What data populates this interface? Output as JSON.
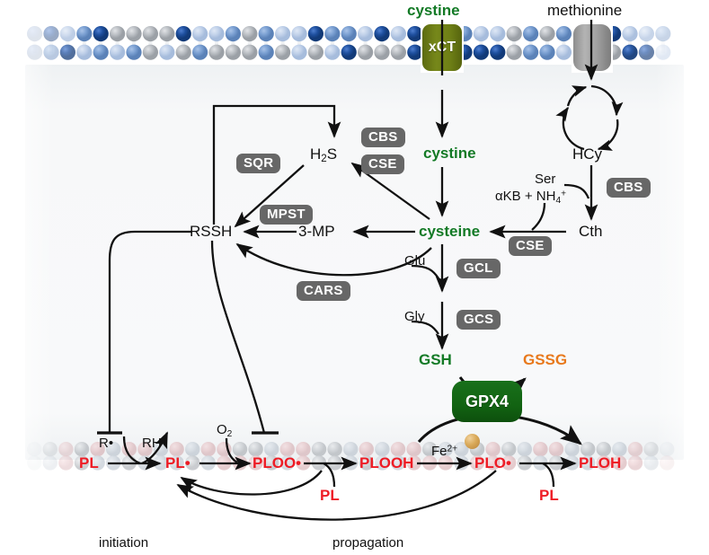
{
  "figure": {
    "type": "biochemical-pathway-diagram",
    "title": "Cysteine, glutathione and hydrogen sulfide control of lipid peroxidation"
  },
  "membrane": {
    "top_label": "plasma-membrane-lipid-bilayer",
    "bottom_label": "peroxidised-membrane-lipid-bilayer"
  },
  "transporters": [
    {
      "name": "xCT",
      "label": "xCT",
      "color": "#6e7f16",
      "substrate": "cystine"
    },
    {
      "name": "methionine-transporter",
      "label": "",
      "color": "#a0a0a0",
      "substrate": "methionine"
    }
  ],
  "extracellular": {
    "cystine": "cystine",
    "methionine": "methionine"
  },
  "metabolites": {
    "cystine_in": "cystine",
    "cysteine": "cysteine",
    "h2s": "H₂S",
    "rssh": "RSSH",
    "three_mp": "3-MP",
    "hcy": "HCy",
    "ser": "Ser",
    "cth": "Cth",
    "akb_nh4": "αKB + NH₄⁺",
    "glu": "Glu",
    "gly": "Gly",
    "gsh": "GSH",
    "gssg": "GSSG",
    "fe2": "Fe²⁺",
    "o2": "O₂",
    "r_radical": "R•",
    "rh": "RH"
  },
  "enzymes": [
    {
      "id": "cbs_mid",
      "label": "CBS"
    },
    {
      "id": "cse_mid",
      "label": "CSE"
    },
    {
      "id": "sqr",
      "label": "SQR"
    },
    {
      "id": "mpst",
      "label": "MPST"
    },
    {
      "id": "cars",
      "label": "CARS"
    },
    {
      "id": "gcl",
      "label": "GCL"
    },
    {
      "id": "gcs",
      "label": "GCS"
    },
    {
      "id": "cbs_right",
      "label": "CBS"
    },
    {
      "id": "cse_right",
      "label": "CSE"
    },
    {
      "id": "gpx4",
      "label": "GPX4"
    }
  ],
  "lipid_chain": {
    "species": [
      "PL",
      "PL•",
      "PLOO•",
      "PLOOH",
      "PLO•",
      "PLOH"
    ],
    "pl_donor_1": "PL",
    "pl_donor_2": "PL"
  },
  "phases": {
    "initiation": "initiation",
    "propagation": "propagation"
  },
  "colors": {
    "green_text": "#137a26",
    "red_text": "#ee1c25",
    "orange_text": "#e8791c",
    "enzyme_box": "#676767",
    "xct_box": "#6e7f16",
    "gpx4_box": "#126312",
    "fe_dot": "#d9a959",
    "membrane_blue": "#1b4f9c",
    "membrane_grey": "#b9bdc2"
  }
}
